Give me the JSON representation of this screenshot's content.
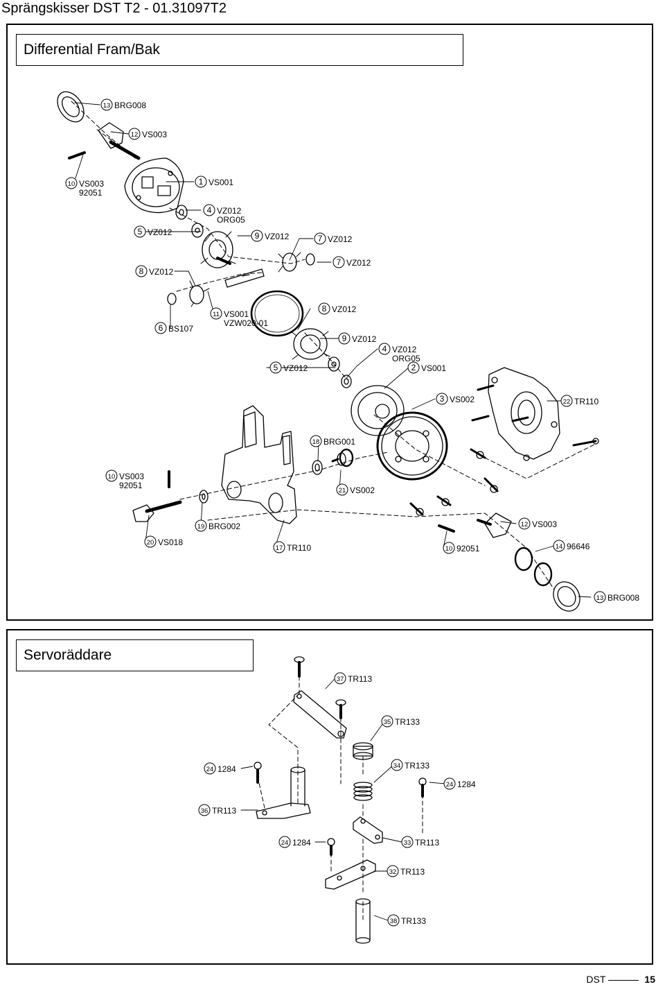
{
  "page": {
    "title": "Sprängskisser DST T2 - 01.31097T2",
    "footer_label": "DST",
    "page_number": "15"
  },
  "sections": [
    {
      "title": "Differential Fram/Bak",
      "parts": [
        {
          "num": "13",
          "lines": [
            "BRG008"
          ]
        },
        {
          "num": "12",
          "lines": [
            "VS003"
          ]
        },
        {
          "num": "10",
          "lines": [
            "VS003",
            "92051"
          ]
        },
        {
          "num": "1",
          "lines": [
            "VS001"
          ]
        },
        {
          "num": "4",
          "lines": [
            "VZ012",
            "ORG05"
          ]
        },
        {
          "num": "5",
          "lines": [
            "VZ012"
          ]
        },
        {
          "num": "9",
          "lines": [
            "VZ012"
          ]
        },
        {
          "num": "7",
          "lines": [
            "VZ012"
          ]
        },
        {
          "num": "8",
          "lines": [
            "VZ012"
          ]
        },
        {
          "num": "7",
          "lines": [
            "VZ012"
          ]
        },
        {
          "num": "6",
          "lines": [
            "BS107"
          ]
        },
        {
          "num": "11",
          "lines": [
            "VS001",
            "VZW020-01"
          ]
        },
        {
          "num": "8",
          "lines": [
            "VZ012"
          ]
        },
        {
          "num": "9",
          "lines": [
            "VZ012"
          ]
        },
        {
          "num": "4",
          "lines": [
            "VZ012",
            "ORG05"
          ]
        },
        {
          "num": "5",
          "lines": [
            "VZ012"
          ]
        },
        {
          "num": "2",
          "lines": [
            "VS001"
          ]
        },
        {
          "num": "3",
          "lines": [
            "VS002"
          ]
        },
        {
          "num": "22",
          "lines": [
            "TR110"
          ]
        },
        {
          "num": "18",
          "lines": [
            "BRG001"
          ]
        },
        {
          "num": "10",
          "lines": [
            "VS003",
            "92051"
          ]
        },
        {
          "num": "21",
          "lines": [
            "VS002"
          ]
        },
        {
          "num": "19",
          "lines": [
            "BRG002"
          ]
        },
        {
          "num": "12",
          "lines": [
            "VS003"
          ]
        },
        {
          "num": "20",
          "lines": [
            "VS018"
          ]
        },
        {
          "num": "17",
          "lines": [
            "TR110"
          ]
        },
        {
          "num": "10",
          "lines": [
            "92051"
          ]
        },
        {
          "num": "14",
          "lines": [
            "96646"
          ]
        },
        {
          "num": "13",
          "lines": [
            "BRG008"
          ]
        }
      ]
    },
    {
      "title": "Servoräddare",
      "parts": [
        {
          "num": "37",
          "lines": [
            "TR113"
          ]
        },
        {
          "num": "35",
          "lines": [
            "TR133"
          ]
        },
        {
          "num": "24",
          "lines": [
            "1284"
          ]
        },
        {
          "num": "34",
          "lines": [
            "TR133"
          ]
        },
        {
          "num": "24",
          "lines": [
            "1284"
          ]
        },
        {
          "num": "36",
          "lines": [
            "TR113"
          ]
        },
        {
          "num": "24",
          "lines": [
            "1284"
          ]
        },
        {
          "num": "33",
          "lines": [
            "TR113"
          ]
        },
        {
          "num": "32",
          "lines": [
            "TR113"
          ]
        },
        {
          "num": "38",
          "lines": [
            "TR133"
          ]
        }
      ]
    }
  ]
}
